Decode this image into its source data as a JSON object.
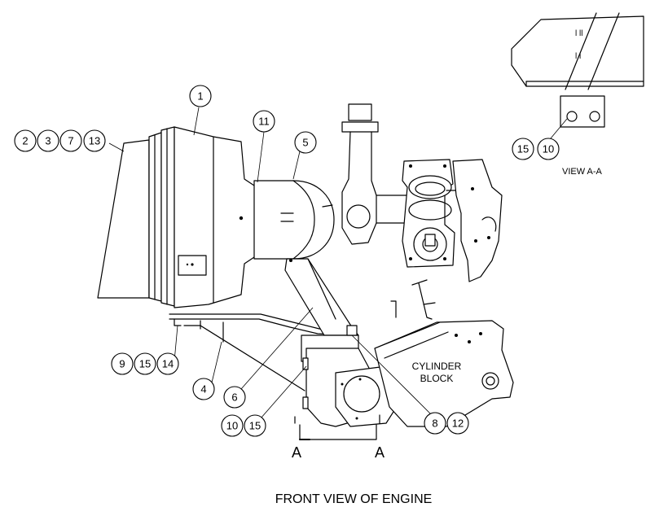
{
  "title": "FRONT VIEW OF ENGINE",
  "view_label": "VIEW A-A",
  "cylinder_block": [
    "CYLINDER",
    "BLOCK"
  ],
  "section_letters": [
    "A",
    "A"
  ],
  "callouts": [
    "1",
    "2",
    "3",
    "7",
    "13",
    "11",
    "5",
    "9",
    "15",
    "14",
    "4",
    "6",
    "10",
    "15",
    "8",
    "12",
    "15",
    "10"
  ]
}
